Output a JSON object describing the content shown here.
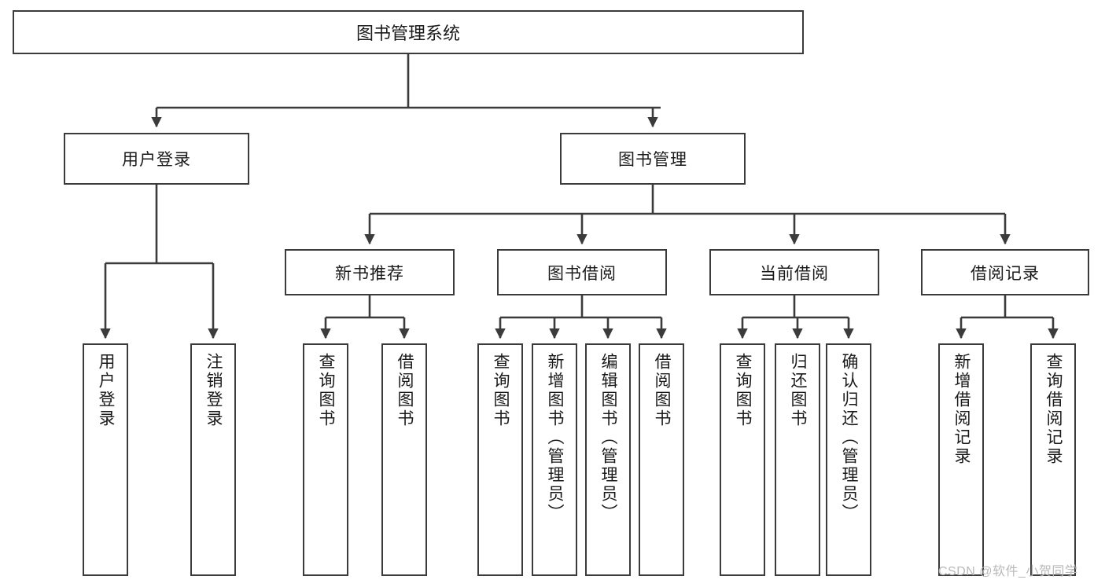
{
  "diagram": {
    "type": "tree-hierarchy",
    "title": "图书管理系统",
    "root": {
      "label": "图书管理系统"
    },
    "level2": [
      {
        "label": "用户登录"
      },
      {
        "label": "图书管理"
      }
    ],
    "level3": [
      {
        "label": "新书推荐"
      },
      {
        "label": "图书借阅"
      },
      {
        "label": "当前借阅"
      },
      {
        "label": "借阅记录"
      }
    ],
    "leaves": {
      "user_login": [
        "用户登录",
        "注销登录"
      ],
      "new_book_recommend": [
        "查询图书",
        "借阅图书"
      ],
      "book_borrow": [
        "查询图书",
        "新增图书（管理员）",
        "编辑图书（管理员）",
        "借阅图书"
      ],
      "current_borrow": [
        "查询图书",
        "归还图书",
        "确认归还（管理员）"
      ],
      "borrow_record": [
        "新增借阅记录",
        "查询借阅记录"
      ]
    }
  },
  "watermark": {
    "text": "CSDN @软件_小贺同学"
  },
  "colors": {
    "stroke": "#3b3b3b",
    "box_fill": "#ffffff",
    "text": "#1a1a1a",
    "watermark": "#b9b9b9",
    "background": "#ffffff"
  }
}
